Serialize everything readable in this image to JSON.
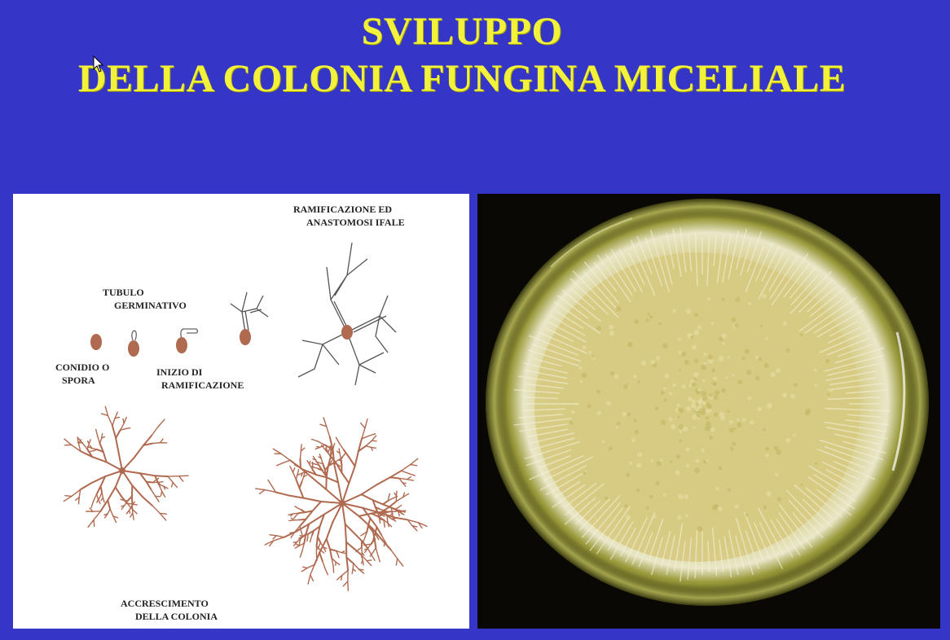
{
  "slide": {
    "title_line1": "SVILUPPO",
    "title_line2": "DELLA COLONIA FUNGINA MICELIALE"
  },
  "diagram": {
    "labels": {
      "ramificazione_1": "RAMIFICAZIONE ED",
      "ramificazione_2": "ANASTOMOSI IFALE",
      "tubulo_1": "TUBULO",
      "tubulo_2": "GERMINATIVO",
      "conidio_1": "CONIDIO O",
      "conidio_2": "SPORA",
      "inizio_1": "INIZIO DI",
      "inizio_2": "RAMIFICAZIONE",
      "accrescimento_1": "ACCRESCIMENTO",
      "accrescimento_2": "DELLA COLONIA"
    }
  },
  "colors": {
    "background": "#3535c8",
    "title": "#f2f23a",
    "hyphae": "#b06a50",
    "colony": "#d9d08e"
  }
}
